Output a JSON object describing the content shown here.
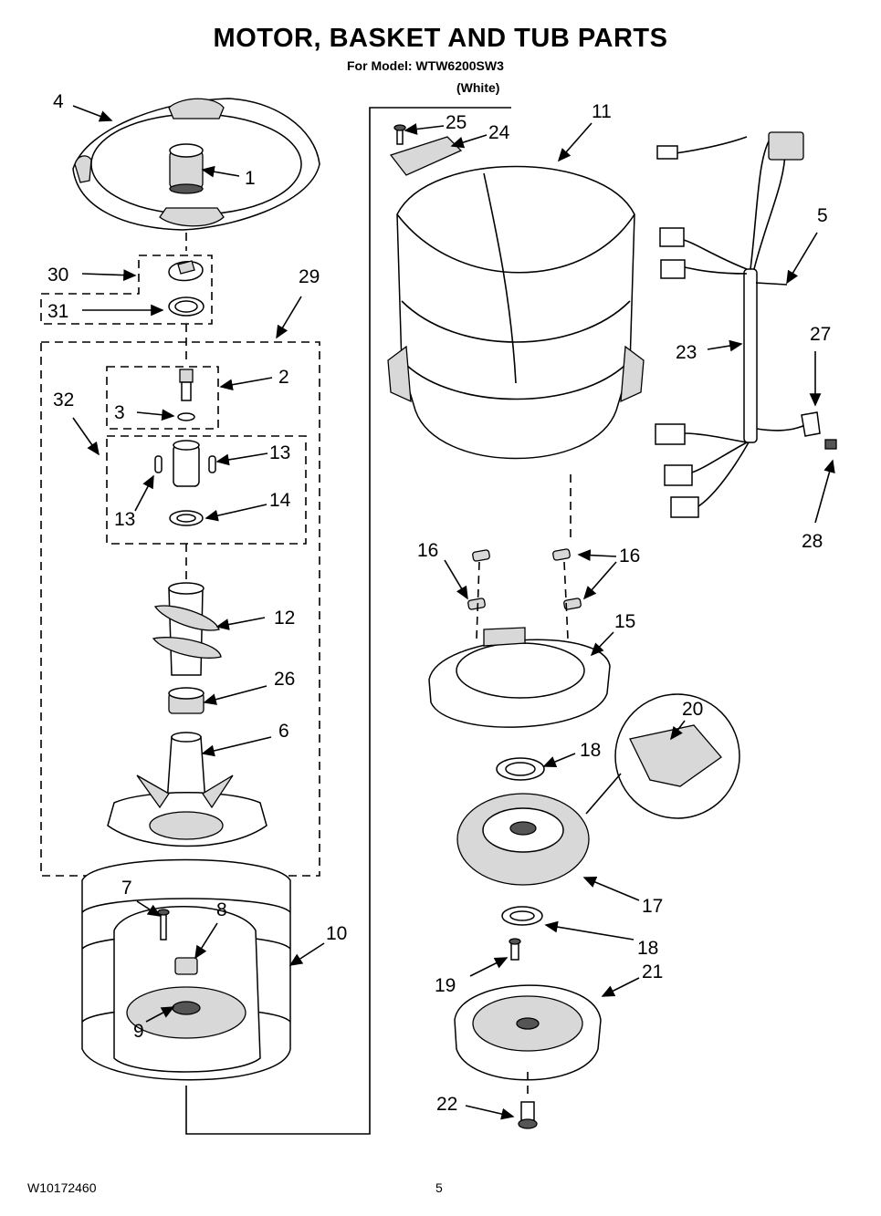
{
  "header": {
    "title": "MOTOR, BASKET AND TUB PARTS",
    "model_line": "For Model: WTW6200SW3",
    "color": "(White)"
  },
  "footer": {
    "doc_number": "W10172460",
    "page": "5"
  },
  "callouts": {
    "c1": "1",
    "c2": "2",
    "c3": "3",
    "c4": "4",
    "c5": "5",
    "c6": "6",
    "c7": "7",
    "c8": "8",
    "c9": "9",
    "c10": "10",
    "c11": "11",
    "c12": "12",
    "c13a": "13",
    "c13b": "13",
    "c14": "14",
    "c15": "15",
    "c16a": "16",
    "c16b": "16",
    "c17": "17",
    "c18a": "18",
    "c18b": "18",
    "c19": "19",
    "c20": "20",
    "c21": "21",
    "c22": "22",
    "c23": "23",
    "c24": "24",
    "c25": "25",
    "c26": "26",
    "c27": "27",
    "c28": "28",
    "c29": "29",
    "c30": "30",
    "c31": "31",
    "c32": "32"
  }
}
